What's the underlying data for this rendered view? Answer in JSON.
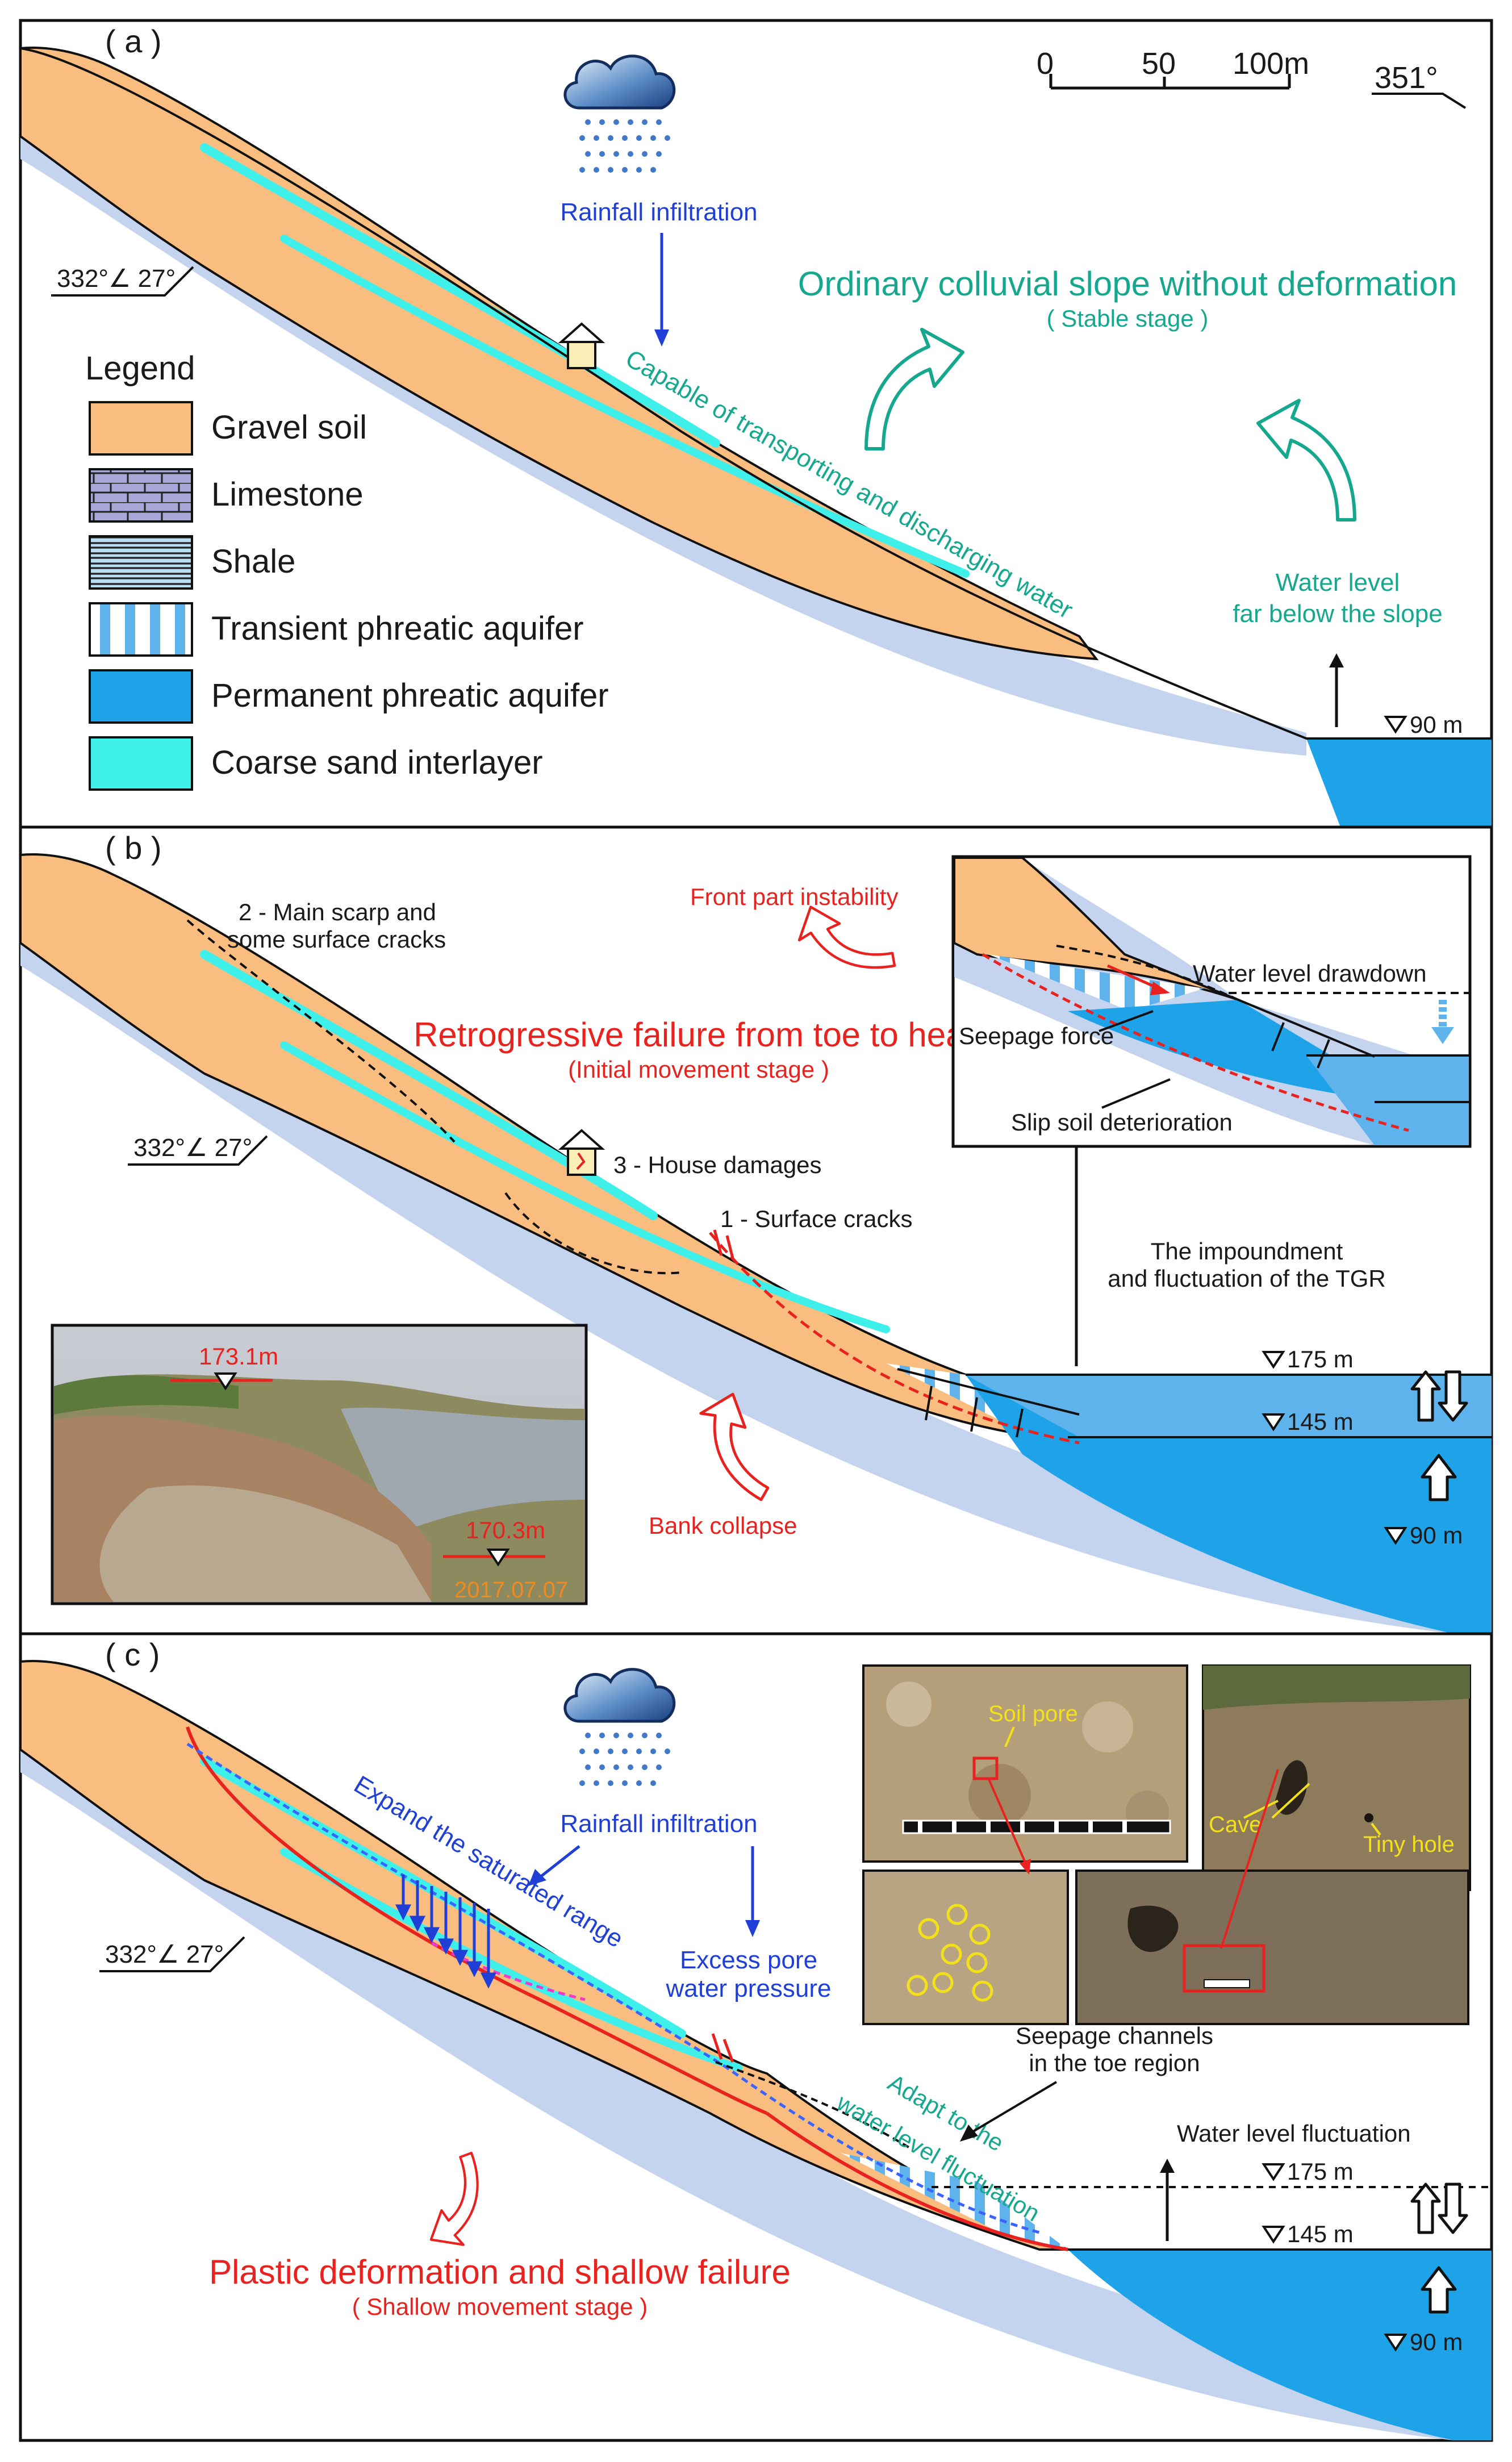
{
  "panels": {
    "a": {
      "label": "( a )",
      "scale": {
        "t0": "0",
        "t50": "50",
        "t100": "100m"
      },
      "north": "351°",
      "dip": "332°∠ 27°",
      "rain": "Rainfall infiltration",
      "title": "Ordinary colluvial  slope without deformation",
      "subtitle": "( Stable stage )",
      "transport": "Capable of transporting and discharging water",
      "water_note_1": "Water level",
      "water_note_2": "far below the slope",
      "level_90": "90 m"
    },
    "b": {
      "label": "( b )",
      "scarp_1": "2 - Main scarp and",
      "scarp_2": "some surface cracks",
      "front": "Front part instability",
      "title": "Retrogressive failure from toe to head",
      "subtitle": "(Initial movement stage )",
      "dip": "332°∠ 27°",
      "house": "3 - House damages",
      "cracks": "1 - Surface cracks",
      "tgr_1": "The impoundment",
      "tgr_2": "and fluctuation of the TGR",
      "bank": "Bank collapse",
      "level_175": "175 m",
      "level_145": "145 m",
      "level_90": "90 m",
      "inset": {
        "drawdown": "Water level drawdown",
        "seepage": "Seepage force",
        "slip": "Slip soil deterioration"
      },
      "photo": {
        "level_top": "173.1m",
        "level_bottom": "170.3m",
        "date": "2017.07.07"
      }
    },
    "c": {
      "label": "( c )",
      "dip": "332°∠ 27°",
      "expand": "Expand the saturated range",
      "rain": "Rainfall infiltration",
      "excess_1": "Excess pore",
      "excess_2": "water pressure",
      "adapt_1": "Adapt to the",
      "adapt_2": "water level fluctuation",
      "seep_1": "Seepage channels",
      "seep_2": "in the toe region",
      "fluct": "Water level fluctuation",
      "title": "Plastic deformation and shallow failure",
      "subtitle": "( Shallow movement stage )",
      "level_175": "175 m",
      "level_145": "145 m",
      "level_90": "90 m",
      "photos": {
        "soil_pore": "Soil pore",
        "cave": "Cave",
        "tiny_hole": "Tiny hole"
      }
    }
  },
  "legend": {
    "title": "Legend",
    "items": [
      {
        "label": "Gravel soil",
        "color": "#f8bd7f"
      },
      {
        "label": "Limestone",
        "color": "#a9a6d8"
      },
      {
        "label": "Shale",
        "color": "#b9def2"
      },
      {
        "label": "Transient phreatic aquifer",
        "color": "#5fb3ec"
      },
      {
        "label": "Permanent phreatic aquifer",
        "color": "#1fa3e8"
      },
      {
        "label": "Coarse sand interlayer",
        "color": "#3ff0ea"
      }
    ]
  },
  "colors": {
    "gravel": "#f8bd7f",
    "limestone": "#a9a6d8",
    "shale_zone": "#b9def2",
    "bedrock_light": "#c4d4ef",
    "water": "#1fa3e8",
    "water_light": "#8fd2f4",
    "sand": "#3ff0ea",
    "accent_red": "#e8231f",
    "accent_teal": "#16a88f",
    "accent_blue": "#1f3fd6"
  }
}
